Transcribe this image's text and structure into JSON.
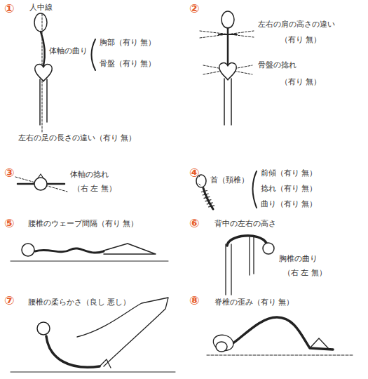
{
  "diagram": {
    "labels": [
      "①",
      "人中線",
      "体軸の曲り",
      "胸部（有り 無）",
      "骨盤（有り 無）",
      "左右の足の長さの違い（有り 無）",
      "②",
      "左右の肩の高さの違い",
      "（有り 無）",
      "骨盤の捻れ",
      "（有り 無）",
      "③",
      "体軸の捻れ",
      "（右 左 無）",
      "④",
      "首（頚椎）",
      "前傾（有り 無）",
      "捻れ（有り 無）",
      "曲り（有り 無）",
      "⑤",
      "腰椎のウェーブ間隔（有り 無）",
      "⑥",
      "背中の左右の高さ",
      "胸椎の曲り",
      "（右 左 無）",
      "⑦",
      "腰椎の柔らかさ（良し 悪し）",
      "⑧",
      "脊椎の歪み（有り 無）"
    ]
  }
}
